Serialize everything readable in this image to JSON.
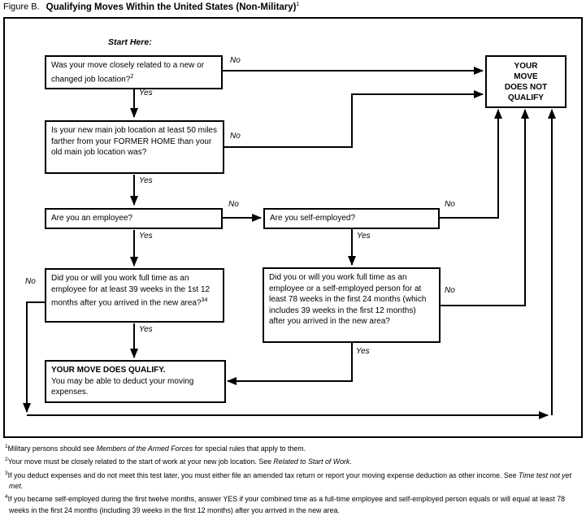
{
  "title": {
    "figure_label": "Figure B.",
    "text": "Qualifying Moves Within the United States (Non-Military)",
    "sup": "1"
  },
  "start_label": "Start Here:",
  "nodes": {
    "q1": {
      "text": "Was your move closely related to a new or changed job location?",
      "sup": "2"
    },
    "not_qualify": {
      "lines": [
        "YOUR",
        "MOVE",
        "DOES NOT",
        "QUALIFY"
      ]
    },
    "q2": {
      "text": "Is your new main job location at least 50 miles farther from your FORMER HOME than your old main job location was?"
    },
    "q3": {
      "text": "Are you an employee?"
    },
    "q4": {
      "text": "Are you self-employed?"
    },
    "q5": {
      "text": "Did you or will you work full time as an employee for at least 39 weeks in the 1st 12 months after you arrived in the new area?",
      "sup": "34"
    },
    "q6": {
      "text": "Did you or will you work full time as an employee or a self-employed person for at least 78 weeks in the first 24 months (which includes 39 weeks in the first 12 months) after you arrived in the new area?"
    },
    "qualify": {
      "heading": "YOUR MOVE DOES QUALIFY.",
      "text": "You may be able to deduct your moving expenses."
    }
  },
  "edge_labels": {
    "q1_no": "No",
    "q1_yes": "Yes",
    "q2_no": "No",
    "q2_yes": "Yes",
    "q3_no": "No",
    "q3_yes": "Yes",
    "q4_no": "No",
    "q4_yes": "Yes",
    "q5_no": "No",
    "q5_yes": "Yes",
    "q6_no": "No",
    "q6_yes": "Yes"
  },
  "footnotes": [
    {
      "marker": "1",
      "pre": "Military persons should see ",
      "italic": "Members of the Armed Forces",
      "post": " for special rules that apply to them."
    },
    {
      "marker": "2",
      "pre": "Your move must be closely related to the start of work at your new job location. See ",
      "italic": "Related to Start of Work",
      "post": "."
    },
    {
      "marker": "3",
      "pre": "If you deduct expenses and do not meet this test later, you must either file an amended tax return or report your moving expense deduction as other income. See ",
      "italic": "Time test not yet met",
      "post": "."
    },
    {
      "marker": "4",
      "pre": "If you became self-employed during the first twelve months, answer YES if your combined time as a full-time employee and self-employed person equals or will equal at least 78 weeks in the first 24 months (including 39 weeks in the first 12 months) after you arrived in the new area.",
      "italic": "",
      "post": ""
    }
  ],
  "colors": {
    "line": "#000000",
    "background": "#ffffff"
  }
}
